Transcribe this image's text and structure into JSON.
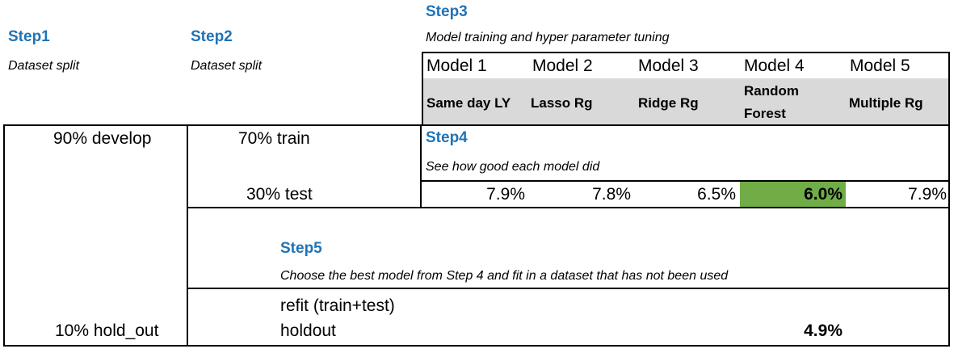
{
  "step1": {
    "title": "Step1",
    "subtitle": "Dataset split"
  },
  "step2": {
    "title": "Step2",
    "subtitle": "Dataset split"
  },
  "step3": {
    "title": "Step3",
    "subtitle": "Model training and hyper parameter tuning"
  },
  "models": [
    {
      "header": "Model 1",
      "name": "Same day LY",
      "score": "7.9%"
    },
    {
      "header": "Model 2",
      "name": "Lasso Rg",
      "score": "7.8%"
    },
    {
      "header": "Model 3",
      "name": "Ridge Rg",
      "score": "6.5%"
    },
    {
      "header": "Model 4",
      "name_line1": "Random",
      "name_line2": "Forest",
      "score": "6.0%"
    },
    {
      "header": "Model 5",
      "name": "Multiple Rg",
      "score": "7.9%"
    }
  ],
  "develop_label": "90% develop",
  "train_label": "70% train",
  "test_label": "30% test",
  "step4": {
    "title": "Step4",
    "subtitle": "See how good each model did"
  },
  "step5": {
    "title": "Step5",
    "subtitle": "Choose the best model from Step 4 and fit in a dataset that has not been used"
  },
  "refit_label": "refit (train+test)",
  "holdout_label": "holdout",
  "holdout_score": "4.9%",
  "hold_out_split_label": "10% hold_out",
  "colors": {
    "step_blue": "#1f73b7",
    "header_gray": "#d9d9d9",
    "best_green": "#70ad47"
  }
}
